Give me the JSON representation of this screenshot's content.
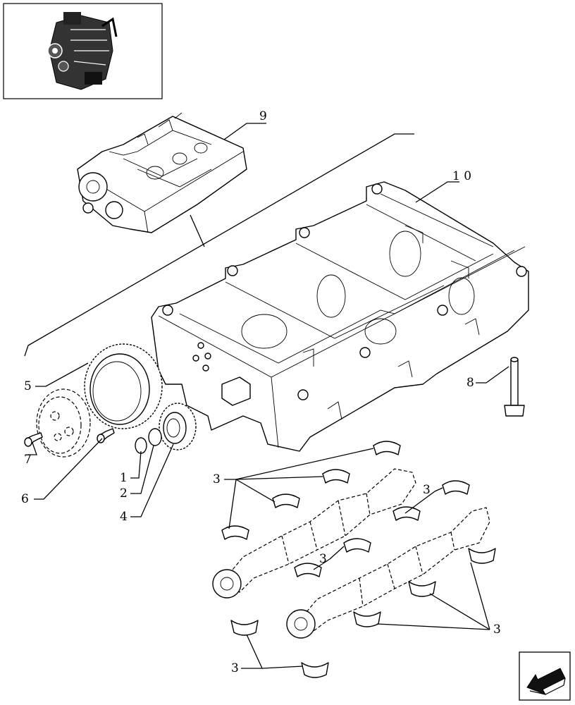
{
  "labels": {
    "housing": "9",
    "lower_block": "1 0",
    "gear_large": "5",
    "gear_small": "4",
    "circlip": "1",
    "washer": "2",
    "screw_small": "7",
    "screw_med": "6",
    "bolt": "8",
    "bearing_a": "3",
    "bearing_b": "3",
    "bearing_c": "3",
    "bearing_d": "3",
    "bearing_e": "3"
  },
  "icons": {
    "thumbnail": "engine-thumbnail-icon",
    "nav": "arrow-next-icon"
  }
}
